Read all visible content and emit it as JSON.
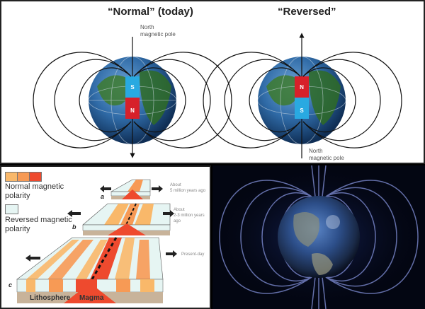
{
  "top_panel": {
    "normal": {
      "title": "“Normal” (today)",
      "pole_label_line1": "North",
      "pole_label_line2": "magnetic pole",
      "magnet_top": "S",
      "magnet_bottom": "N",
      "magnet_top_color": "#29a9e1",
      "magnet_bottom_color": "#d7202a"
    },
    "reversed": {
      "title": "“Reversed”",
      "pole_label_line1": "North",
      "pole_label_line2": "magnetic pole",
      "magnet_top": "N",
      "magnet_bottom": "S",
      "magnet_top_color": "#d7202a",
      "magnet_bottom_color": "#29a9e1"
    }
  },
  "seafloor_panel": {
    "legend": {
      "normal_label_line1": "Normal magnetic",
      "normal_label_line2": "polarity",
      "reversed_label_line1": "Reversed magnetic",
      "reversed_label_line2": "polarity",
      "normal_colors": [
        "#f9b86a",
        "#f79a55",
        "#ee4a2e"
      ],
      "reversed_color": "#e6f5f3"
    },
    "stages": [
      {
        "letter": "a",
        "age_line1": "About",
        "age_line2": "5 million years ago"
      },
      {
        "letter": "b",
        "age_line1": "About",
        "age_line2": "2-3 million years ago"
      },
      {
        "letter": "c",
        "age_line1": "Present-day",
        "age_line2": ""
      }
    ],
    "layers": {
      "lithosphere": "Lithosphere",
      "magma": "Magma"
    }
  },
  "space_panel": {
    "description": "Earth with magnetic field lines in space"
  }
}
